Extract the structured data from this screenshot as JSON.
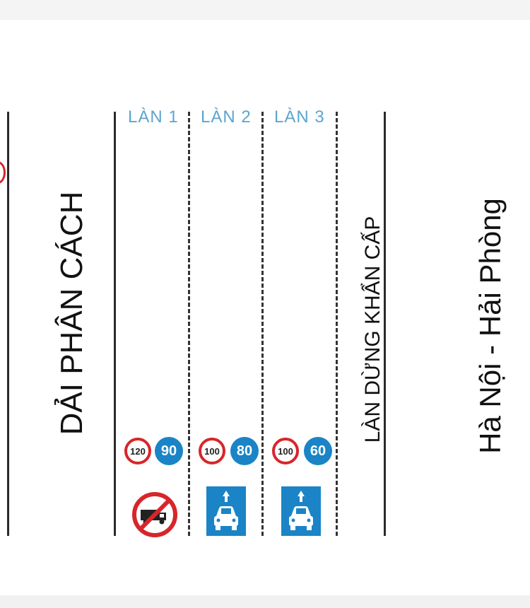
{
  "lanes": [
    {
      "label": "LÀN 1",
      "speed_limit": "120",
      "min_speed": "90",
      "panel": "no-truck-sign"
    },
    {
      "label": "LÀN 2",
      "speed_limit": "100",
      "min_speed": "80",
      "panel": "car-lane-sign"
    },
    {
      "label": "LÀN 3",
      "speed_limit": "100",
      "min_speed": "60",
      "panel": "car-lane-sign"
    }
  ],
  "median_label": "DẢI PHÂN CÁCH",
  "emergency_lane_label": "LÀN DỪNG KHẨN CẤP",
  "direction_label": "Hà Nội - Hải Phòng",
  "colors": {
    "lane_label": "#5da4cf",
    "sign_red": "#d7262b",
    "sign_blue": "#1a84c7",
    "line": "#2a2a2a"
  }
}
